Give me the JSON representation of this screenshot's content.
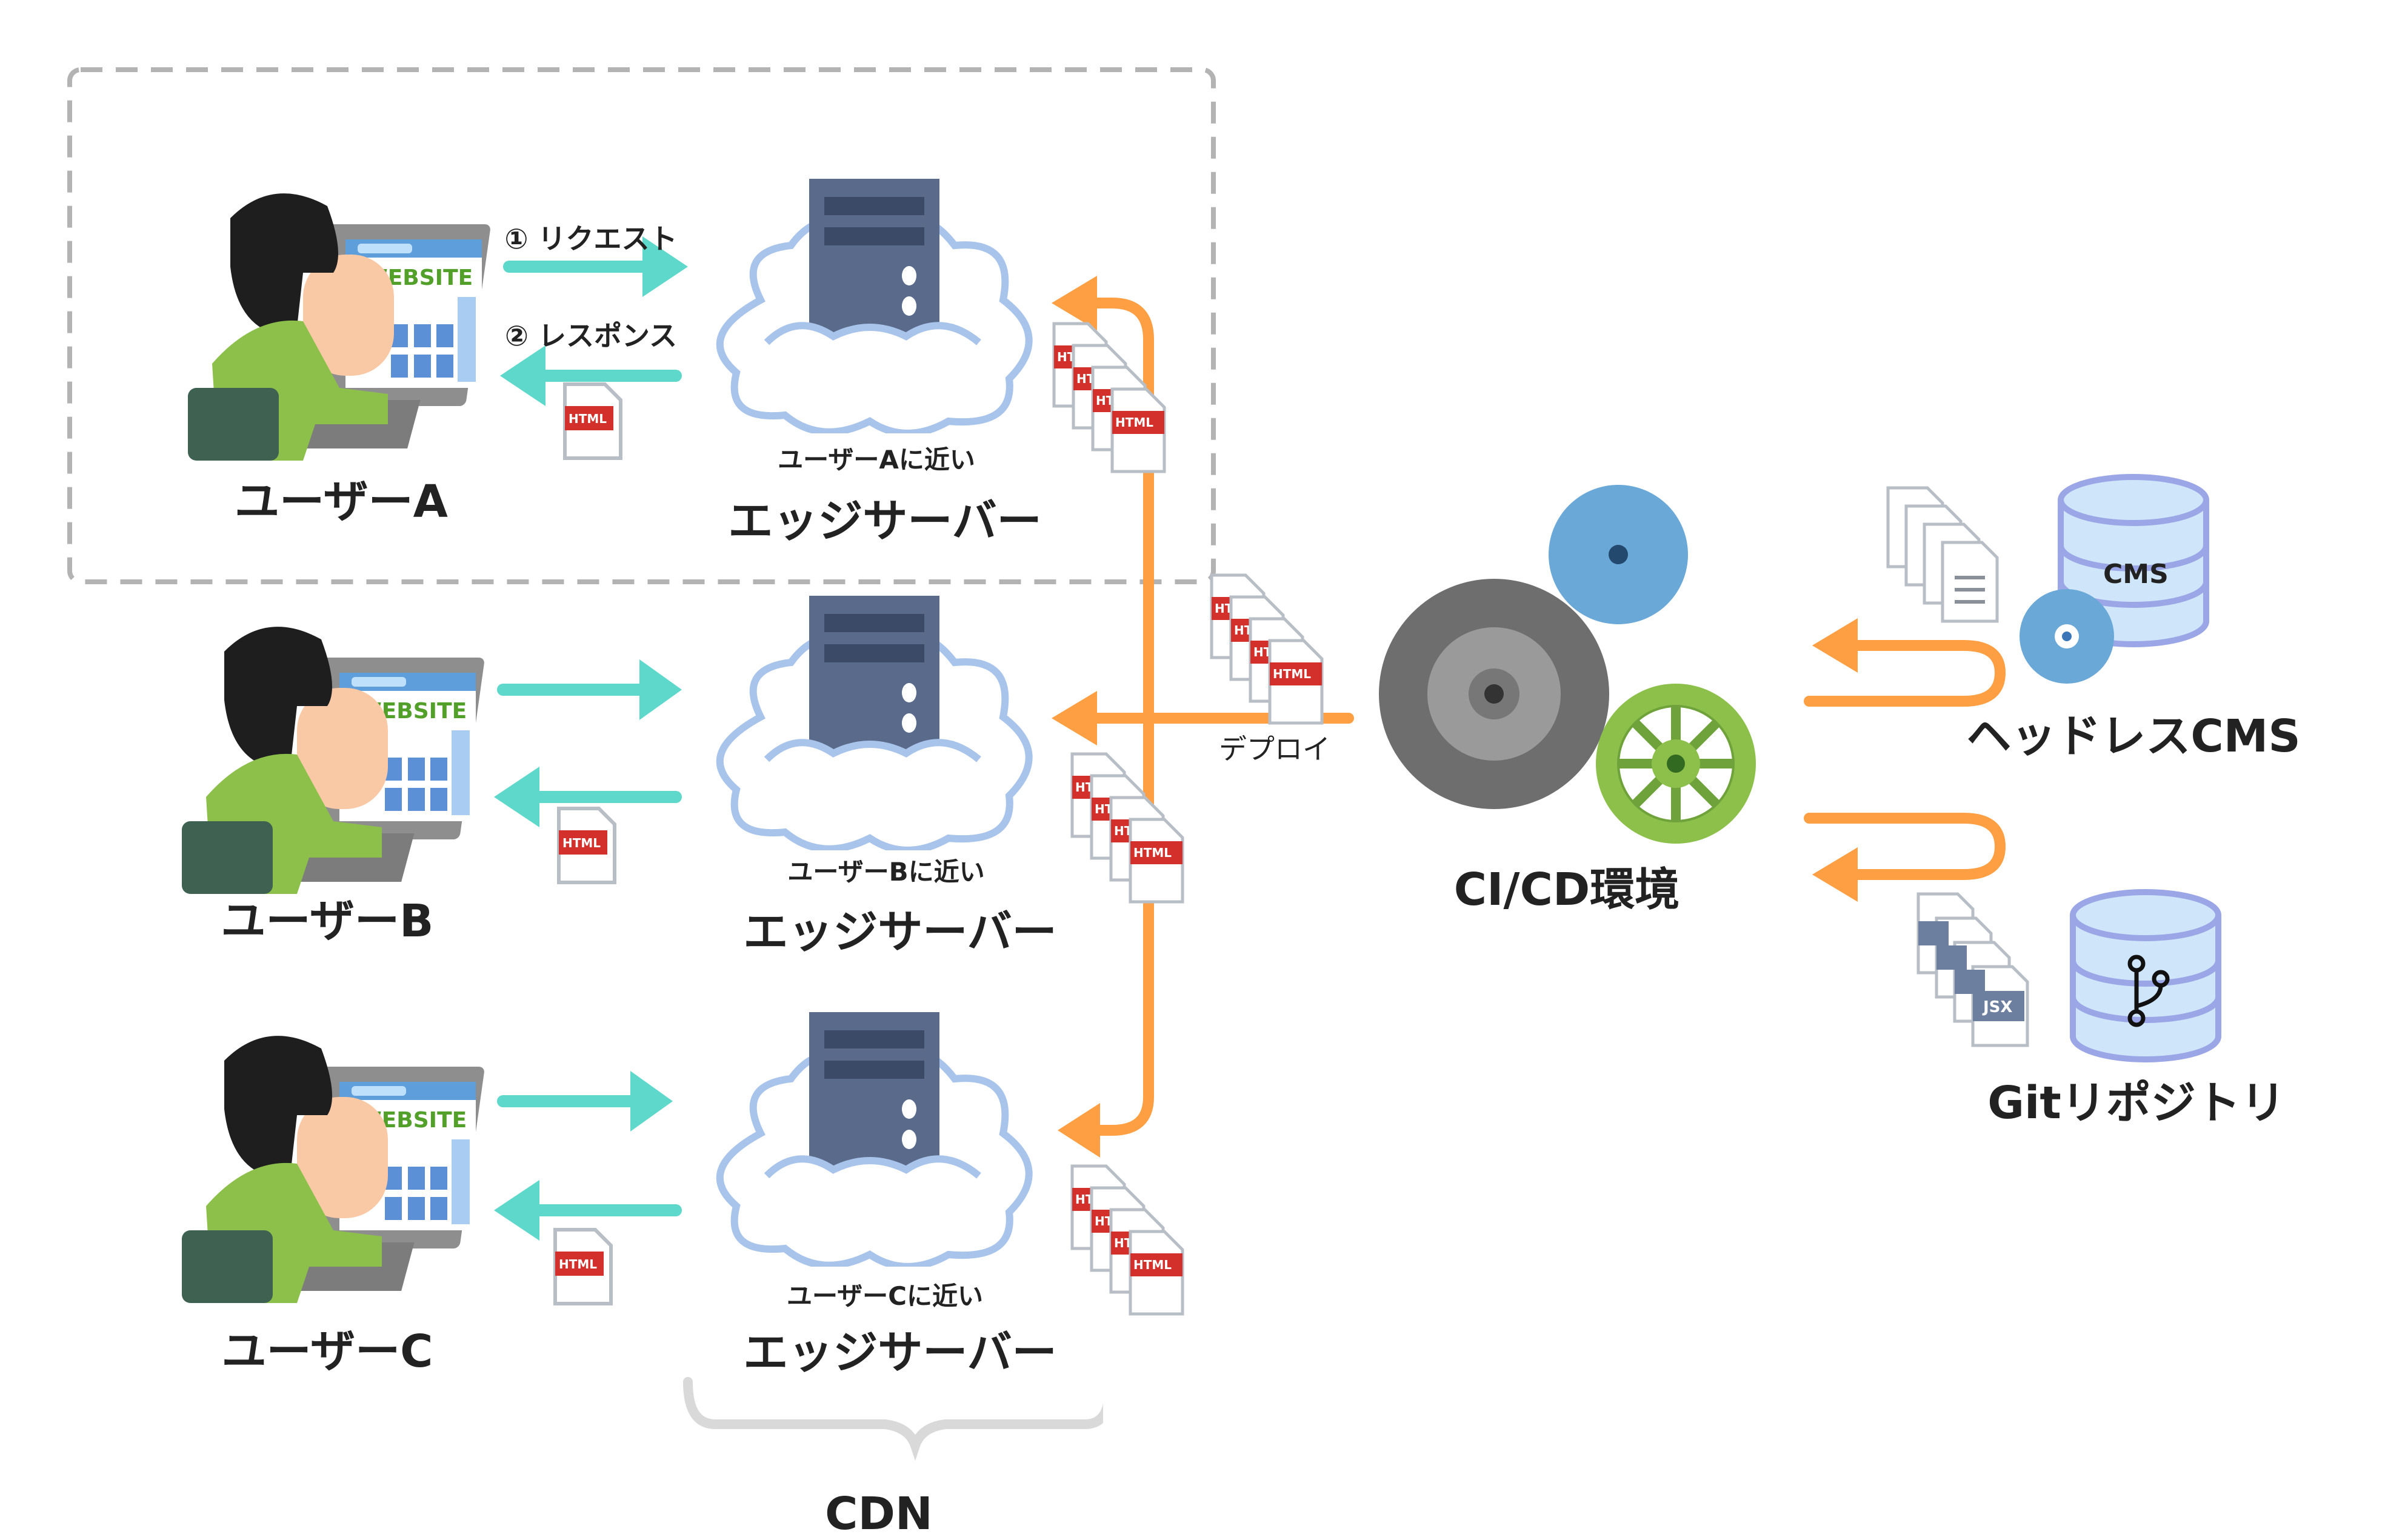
{
  "colors": {
    "teal": "#5dd8cb",
    "orange": "#ff9f43",
    "html_red": "#d3302b",
    "dash_gray": "#b3b3b3",
    "brace_gray": "#d9d9d9",
    "server": "#5a6a8a",
    "cloud_stroke": "#a8c4ea",
    "gear_gray": "#6e6e6e",
    "gear_blue": "#6aa8d8",
    "gear_green": "#8cc04a",
    "db_fill": "#cfe6fa",
    "db_stroke": "#9aa6e6"
  },
  "request_flow": {
    "step1_label": "① リクエスト",
    "step2_label": "② レスポンス"
  },
  "users": [
    {
      "label": "ユーザーA",
      "website_text": "WEBSITE"
    },
    {
      "label": "ユーザーB",
      "website_text": "WEBSITE"
    },
    {
      "label": "ユーザーC",
      "website_text": "WEBSITE"
    }
  ],
  "edge_servers": [
    {
      "caption": "ユーザーAに近い",
      "title": "エッジサーバー"
    },
    {
      "caption": "ユーザーBに近い",
      "title": "エッジサーバー"
    },
    {
      "caption": "ユーザーCに近い",
      "title": "エッジサーバー"
    }
  ],
  "file_badges": {
    "html": "HTML",
    "html_partial": "HT",
    "jsx": "JSX",
    "cms": "CMS"
  },
  "deploy_label": "デプロイ",
  "cicd_label": "CI/CD環境",
  "headless_cms_label": "ヘッドレスCMS",
  "git_repo_label": "Gitリポジトリ",
  "cdn_label": "CDN"
}
